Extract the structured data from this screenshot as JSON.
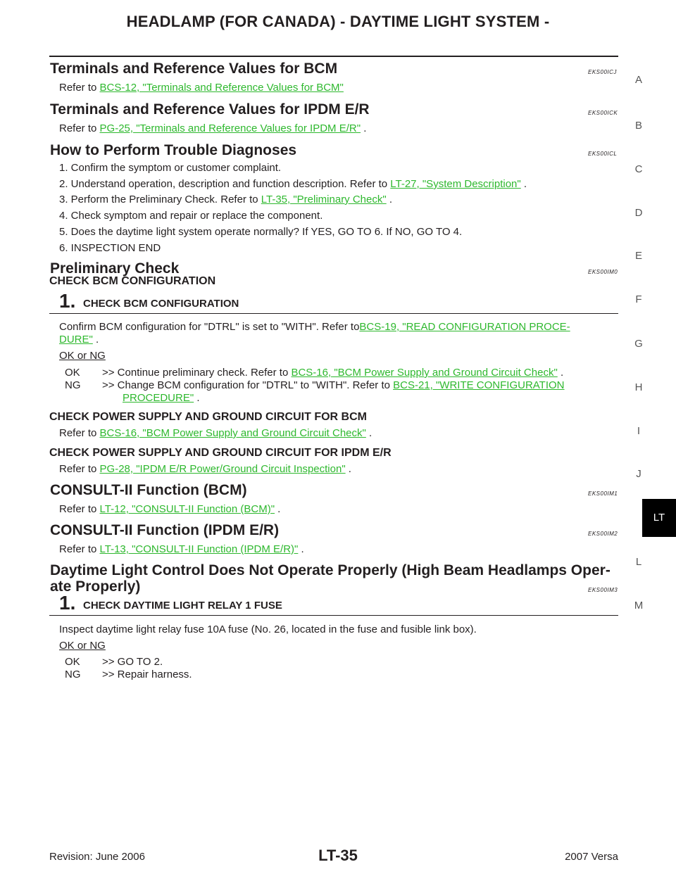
{
  "header": {
    "title": "HEADLAMP (FOR CANADA) - DAYTIME LIGHT SYSTEM -"
  },
  "sidebar": {
    "letters": [
      "A",
      "B",
      "C",
      "D",
      "E",
      "F",
      "G",
      "H",
      "I",
      "J",
      "L",
      "M"
    ],
    "active_tab": "LT"
  },
  "sections": {
    "s1": {
      "title": "Terminals and Reference Values for BCM",
      "code": "EKS00ICJ",
      "pre": "Refer to ",
      "link": "BCS-12, \"Terminals and Reference Values for BCM\""
    },
    "s2": {
      "title": "Terminals and Reference Values for IPDM E/R",
      "code": "EKS00ICK",
      "pre": "Refer to ",
      "link": "PG-25, \"Terminals and Reference Values for IPDM E/R\"",
      "post": " ."
    },
    "s3": {
      "title": "How to Perform Trouble Diagnoses",
      "code": "EKS00ICL",
      "i1": "1. Confirm the symptom or customer complaint.",
      "i2_pre": "2. Understand operation, description and function description. Refer to ",
      "i2_link": "LT-27, \"System Description\"",
      "i2_post": " .",
      "i3_pre": "3. Perform the Preliminary Check. Refer to ",
      "i3_link": "LT-35, \"Preliminary Check\"",
      "i3_post": " .",
      "i4": "4. Check symptom and repair or replace the component.",
      "i5": "5. Does the daytime light system operate normally? If YES, GO TO 6. If NO, GO TO 4.",
      "i6": "6. INSPECTION END"
    },
    "s4": {
      "title": "Preliminary Check",
      "code": "EKS00IM0",
      "sub": "CHECK BCM CONFIGURATION",
      "step_num": "1.",
      "step_title": "CHECK BCM CONFIGURATION",
      "body_pre": "Confirm BCM configuration for \"DTRL\" is set to \"WITH\". Refer to",
      "body_link1": "BCS-19, \"READ CONFIGURATION PROCE-",
      "body_link2": "DURE\"",
      "body_post": " .",
      "ok_ng": "OK or NG",
      "ok_label": "OK",
      "ok_pre": ">> Continue preliminary check. Refer to ",
      "ok_link": "BCS-16, \"BCM Power Supply and Ground Circuit Check\"",
      "ok_post": " .",
      "ng_label": "NG",
      "ng_pre": ">> Change BCM configuration for \"DTRL\" to \"WITH\". Refer to ",
      "ng_link1": "BCS-21, \"WRITE CONFIGURATION",
      "ng_link2": "PROCEDURE\"",
      "ng_post": " .",
      "sub2": "CHECK POWER SUPPLY AND GROUND CIRCUIT FOR BCM",
      "sub2_pre": "Refer to ",
      "sub2_link": "BCS-16, \"BCM Power Supply and Ground Circuit Check\"",
      "sub2_post": " .",
      "sub3": "CHECK POWER SUPPLY AND GROUND CIRCUIT FOR IPDM E/R",
      "sub3_pre": "Refer to ",
      "sub3_link": "PG-28, \"IPDM E/R Power/Ground Circuit Inspection\"",
      "sub3_post": " ."
    },
    "s5": {
      "title": "CONSULT-II Function (BCM)",
      "code": "EKS00IM1",
      "pre": "Refer to ",
      "link": "LT-12, \"CONSULT-II Function (BCM)\"",
      "post": " ."
    },
    "s6": {
      "title": "CONSULT-II Function (IPDM E/R)",
      "code": "EKS00IM2",
      "pre": "Refer to ",
      "link": "LT-13, \"CONSULT-II Function (IPDM E/R)\"",
      "post": " ."
    },
    "s7": {
      "title1": "Daytime Light Control Does Not Operate Properly (High Beam Headlamps Oper-",
      "title2": "ate Properly)",
      "code": "EKS00IM3",
      "step_num": "1.",
      "step_title": "CHECK DAYTIME LIGHT RELAY 1 FUSE",
      "body": "Inspect daytime light relay fuse 10A fuse (No. 26, located in the fuse and fusible link box).",
      "ok_ng": "OK or NG",
      "ok_label": "OK",
      "ok_text": ">> GO TO 2.",
      "ng_label": "NG",
      "ng_text": ">> Repair harness."
    }
  },
  "footer": {
    "revision": "Revision: June 2006",
    "page": "LT-35",
    "model": "2007 Versa"
  }
}
